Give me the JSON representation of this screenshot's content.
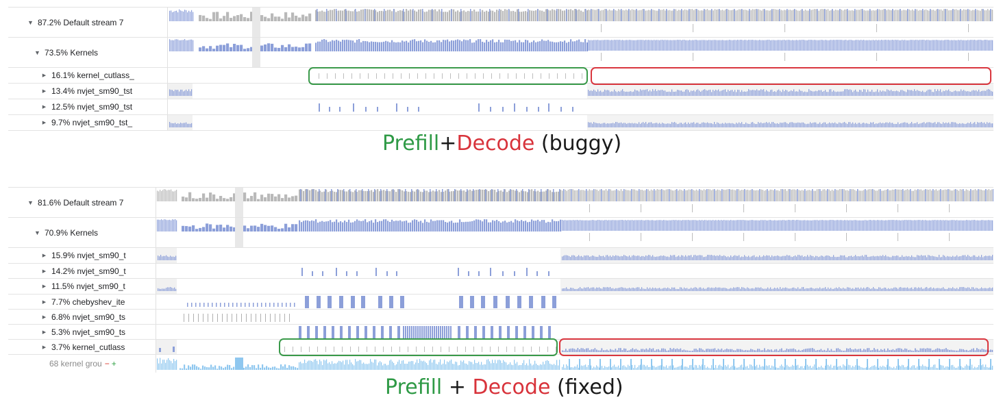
{
  "colors": {
    "bar_blue": "#8c9fd9",
    "bar_grey": "#b9b9b9",
    "bar_light": "#8fc7ef",
    "highlight_green": "#3a9a4a",
    "highlight_red": "#d9363e",
    "caption_green": "#2f9a46",
    "caption_red": "#d8333b",
    "caption_black": "#1a1a1a"
  },
  "buggy": {
    "rows": [
      {
        "label": "87.2% Default stream 7",
        "expand_icon": "caret-down-icon"
      },
      {
        "label": "73.5% Kernels",
        "expand_icon": "caret-down-icon"
      },
      {
        "label": "16.1% kernel_cutlass_",
        "expand_icon": "caret-right-icon"
      },
      {
        "label": "13.4% nvjet_sm90_tst",
        "expand_icon": "caret-right-icon"
      },
      {
        "label": "12.5% nvjet_sm90_tst",
        "expand_icon": "caret-right-icon"
      },
      {
        "label": "9.7% nvjet_sm90_tst_",
        "expand_icon": "caret-right-icon"
      }
    ],
    "caption": {
      "prefill": "Prefill",
      "plus": "+",
      "decode": "Decode",
      "suffix": "(buggy)"
    }
  },
  "fixed": {
    "rows": [
      {
        "label": "81.6% Default stream 7",
        "expand_icon": "caret-down-icon"
      },
      {
        "label": "70.9% Kernels",
        "expand_icon": "caret-down-icon"
      },
      {
        "label": "15.9% nvjet_sm90_t",
        "expand_icon": "caret-right-icon"
      },
      {
        "label": "14.2% nvjet_sm90_t",
        "expand_icon": "caret-right-icon"
      },
      {
        "label": "11.5% nvjet_sm90_t",
        "expand_icon": "caret-right-icon"
      },
      {
        "label": "7.7% chebyshev_ite",
        "expand_icon": "caret-right-icon"
      },
      {
        "label": "6.8% nvjet_sm90_ts",
        "expand_icon": "caret-right-icon"
      },
      {
        "label": "5.3% nvjet_sm90_ts",
        "expand_icon": "caret-right-icon"
      },
      {
        "label": "3.7% kernel_cutlass",
        "expand_icon": "caret-right-icon"
      }
    ],
    "group_row": {
      "label": "68 kernel grou",
      "minus": "−",
      "plus": "+"
    },
    "caption": {
      "prefill": "Prefill",
      "plus": "+",
      "decode": "Decode",
      "suffix": "(fixed)"
    }
  }
}
